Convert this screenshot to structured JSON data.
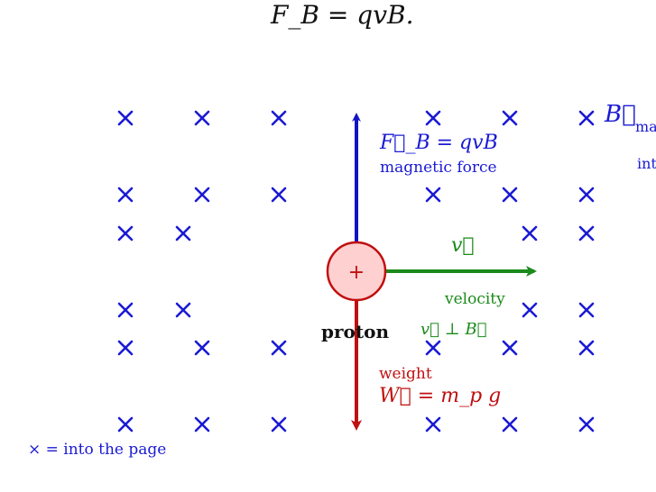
{
  "title": "F_B = qvB.",
  "field": {
    "symbol": "B⃗",
    "note_line1": "ma",
    "note_line2": "int"
  },
  "force": {
    "equation": "F⃗_B = qvB",
    "label": "magnetic force"
  },
  "velocity": {
    "symbol": "v⃗",
    "label": "velocity",
    "perp": "v⃗ ⊥ B⃗"
  },
  "particle": {
    "label": "proton",
    "charge_sign": "+"
  },
  "weight": {
    "label": "weight",
    "equation": "W⃗ = m_p g"
  },
  "legend": "× = into the page",
  "colors": {
    "field": "#1a1ad4",
    "force": "#1212c8",
    "velocity": "#1a8a1a",
    "weight": "#c01010",
    "proton_fill": "#ffd0d0",
    "proton_stroke": "#c01010"
  }
}
